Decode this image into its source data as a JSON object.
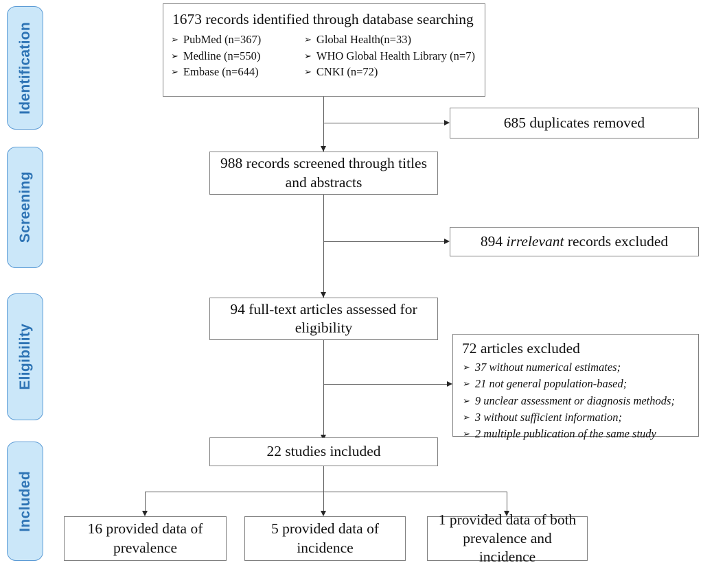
{
  "diagram": {
    "type": "prisma-flow-diagram",
    "stages": [
      {
        "id": "identification",
        "label": "Identification"
      },
      {
        "id": "screening",
        "label": "Screening"
      },
      {
        "id": "eligibility",
        "label": "Eligibility"
      },
      {
        "id": "included",
        "label": "Included"
      }
    ],
    "colors": {
      "stage_fill": "#cbe7f9",
      "stage_border": "#5b9bd5",
      "stage_text": "#2e74b5",
      "box_border": "#808080",
      "box_fill": "#ffffff",
      "connector": "#595959",
      "text": "#111111"
    },
    "bullet_glyph": "➢",
    "boxes": {
      "records_identified": {
        "title": "1673 records identified through database searching",
        "sources_left": [
          "PubMed (n=367)",
          "Medline (n=550)",
          "Embase (n=644)"
        ],
        "sources_right": [
          "Global Health(n=33)",
          "WHO Global Health Library (n=7)",
          "CNKI (n=72)"
        ]
      },
      "duplicates_removed": {
        "title": "685 duplicates removed"
      },
      "records_screened": {
        "line1": "988 records screened through titles",
        "line2": "and abstracts"
      },
      "irrelevant_excluded": {
        "pre": "894 ",
        "emphasis": "irrelevant",
        "post": " records excluded"
      },
      "fulltext_assessed": {
        "line1": "94 full-text articles assessed for",
        "line2": "eligibility"
      },
      "articles_excluded": {
        "title": "72 articles excluded",
        "reasons": [
          "37 without numerical estimates;",
          "21 not general population-based;",
          "9 unclear assessment or diagnosis methods;",
          "3 without sufficient information;",
          "2 multiple publication of the same study"
        ]
      },
      "studies_included": {
        "title": "22 studies included"
      },
      "outcome_prevalence": {
        "line1": "16 provided data of",
        "line2": "prevalence"
      },
      "outcome_incidence": {
        "line1": "5 provided data of",
        "line2": "incidence"
      },
      "outcome_both": {
        "line1": "1 provided data of both",
        "line2": "prevalence and incidence"
      }
    }
  }
}
